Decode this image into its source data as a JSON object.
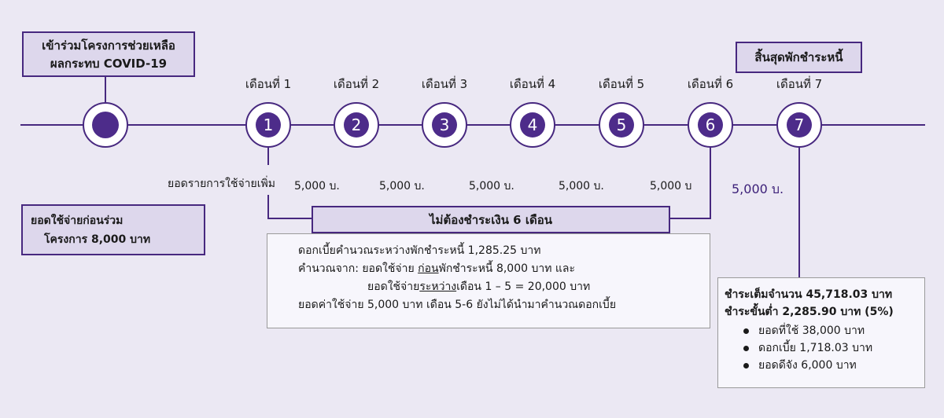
{
  "start_box": {
    "line1": "เข้าร่วมโครงการช่วยเหลือ",
    "line2": "ผลกระทบ COVID-19"
  },
  "end_box": {
    "label": "สิ้นสุดพักชำระหนี้"
  },
  "months": [
    {
      "label": "เดือนที่ 1",
      "num": "1"
    },
    {
      "label": "เดือนที่ 2",
      "num": "2"
    },
    {
      "label": "เดือนที่ 3",
      "num": "3"
    },
    {
      "label": "เดือนที่ 4",
      "num": "4"
    },
    {
      "label": "เดือนที่ 5",
      "num": "5"
    },
    {
      "label": "เดือนที่ 6",
      "num": "6"
    },
    {
      "label": "เดือนที่ 7",
      "num": "7"
    }
  ],
  "spend_label": "ยอดรายการใช้จ่ายเพิ่ม",
  "amounts": [
    "5,000 บ.",
    "5,000 บ.",
    "5,000 บ.",
    "5,000 บ.",
    "5,000 บ",
    "5,000 บ."
  ],
  "pre_spend": {
    "line1": "ยอดใช้จ่ายก่อนร่วม",
    "line2": "โครงการ 8,000 บาท"
  },
  "no_pay_banner": "ไม่ต้องชำระเงิน 6 เดือน",
  "interest_box": {
    "line1": "ดอกเบี้ยคำนวณระหว่างพักชำระหนี้  1,285.25 บาท",
    "line2_prefix": "คำนวณจาก: ยอดใช้จ่าย ",
    "line2_underline": "ก่อน",
    "line2_suffix": "พักชำระหนี้ 8,000 บาท และ",
    "line3_prefix": "ยอดใช้จ่าย",
    "line3_underline": "ระหว่าง",
    "line3_suffix": "เดือน 1 – 5 = 20,000 บาท",
    "line4": "ยอดค่าใช้จ่าย 5,000 บาท เดือน 5-6  ยังไม่ได้นำมาคำนวณดอกเบี้ย"
  },
  "summary_box": {
    "full": "ชำระเต็มจำนวน 45,718.03 บาท",
    "min": "ชำระขั้นต่ำ 2,285.90  บาท (5%)",
    "items": [
      "ยอดที่ใช้   38,000 บาท",
      "ดอกเบี้ย   1,718.03 บาท",
      "ยอดดีจัง  6,000 บาท"
    ]
  },
  "colors": {
    "background": "#ebe8f3",
    "accent": "#47287f",
    "node_fill": "#4d2c8a",
    "box_fill": "#ddd7ec",
    "highlight_amount": "#3b1f78"
  }
}
